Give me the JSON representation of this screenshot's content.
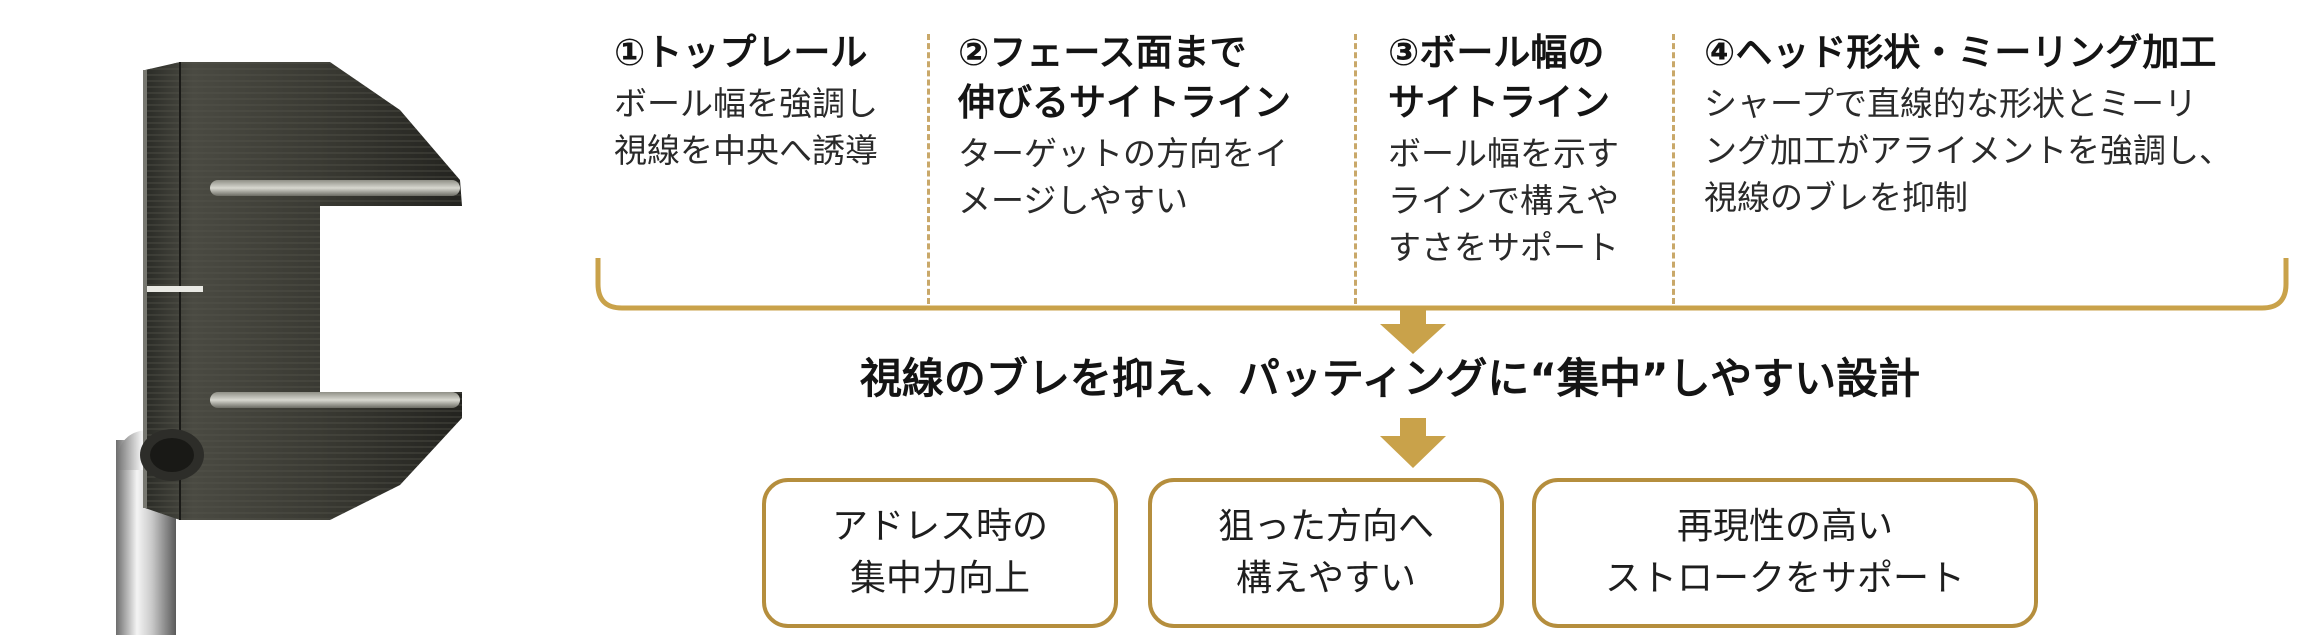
{
  "features": [
    {
      "title_lines": [
        "①トップレール"
      ],
      "desc_lines": [
        "ボール幅を強調し",
        "視線を中央へ誘導"
      ]
    },
    {
      "title_lines": [
        "②フェース面まで",
        "伸びるサイトライン"
      ],
      "desc_lines": [
        "ターゲットの方向をイ",
        "メージしやすい"
      ]
    },
    {
      "title_lines": [
        "③ボール幅の",
        "サイトライン"
      ],
      "desc_lines": [
        "ボール幅を示す",
        "ラインで構えや",
        "すさをサポート"
      ]
    },
    {
      "title_lines": [
        "④ヘッド形状・ミーリング加工"
      ],
      "desc_lines": [
        "シャープで直線的な形状とミーリ",
        "ング加工がアライメントを強調し、",
        "視線のブレを抑制"
      ]
    }
  ],
  "conclusion": "視線のブレを抑え、パッティングに“集中”しやすい設計",
  "benefits": [
    {
      "lines": [
        "アドレス時の",
        "集中力向上"
      ]
    },
    {
      "lines": [
        "狙った方向へ",
        "構えやすい"
      ]
    },
    {
      "lines": [
        "再現性の高い",
        "ストロークをサポート"
      ]
    }
  ],
  "colors": {
    "gold": "#c9a24a",
    "gold_border": "#b58e3d",
    "divider": "#c9a869",
    "text": "#1a1a1a"
  }
}
